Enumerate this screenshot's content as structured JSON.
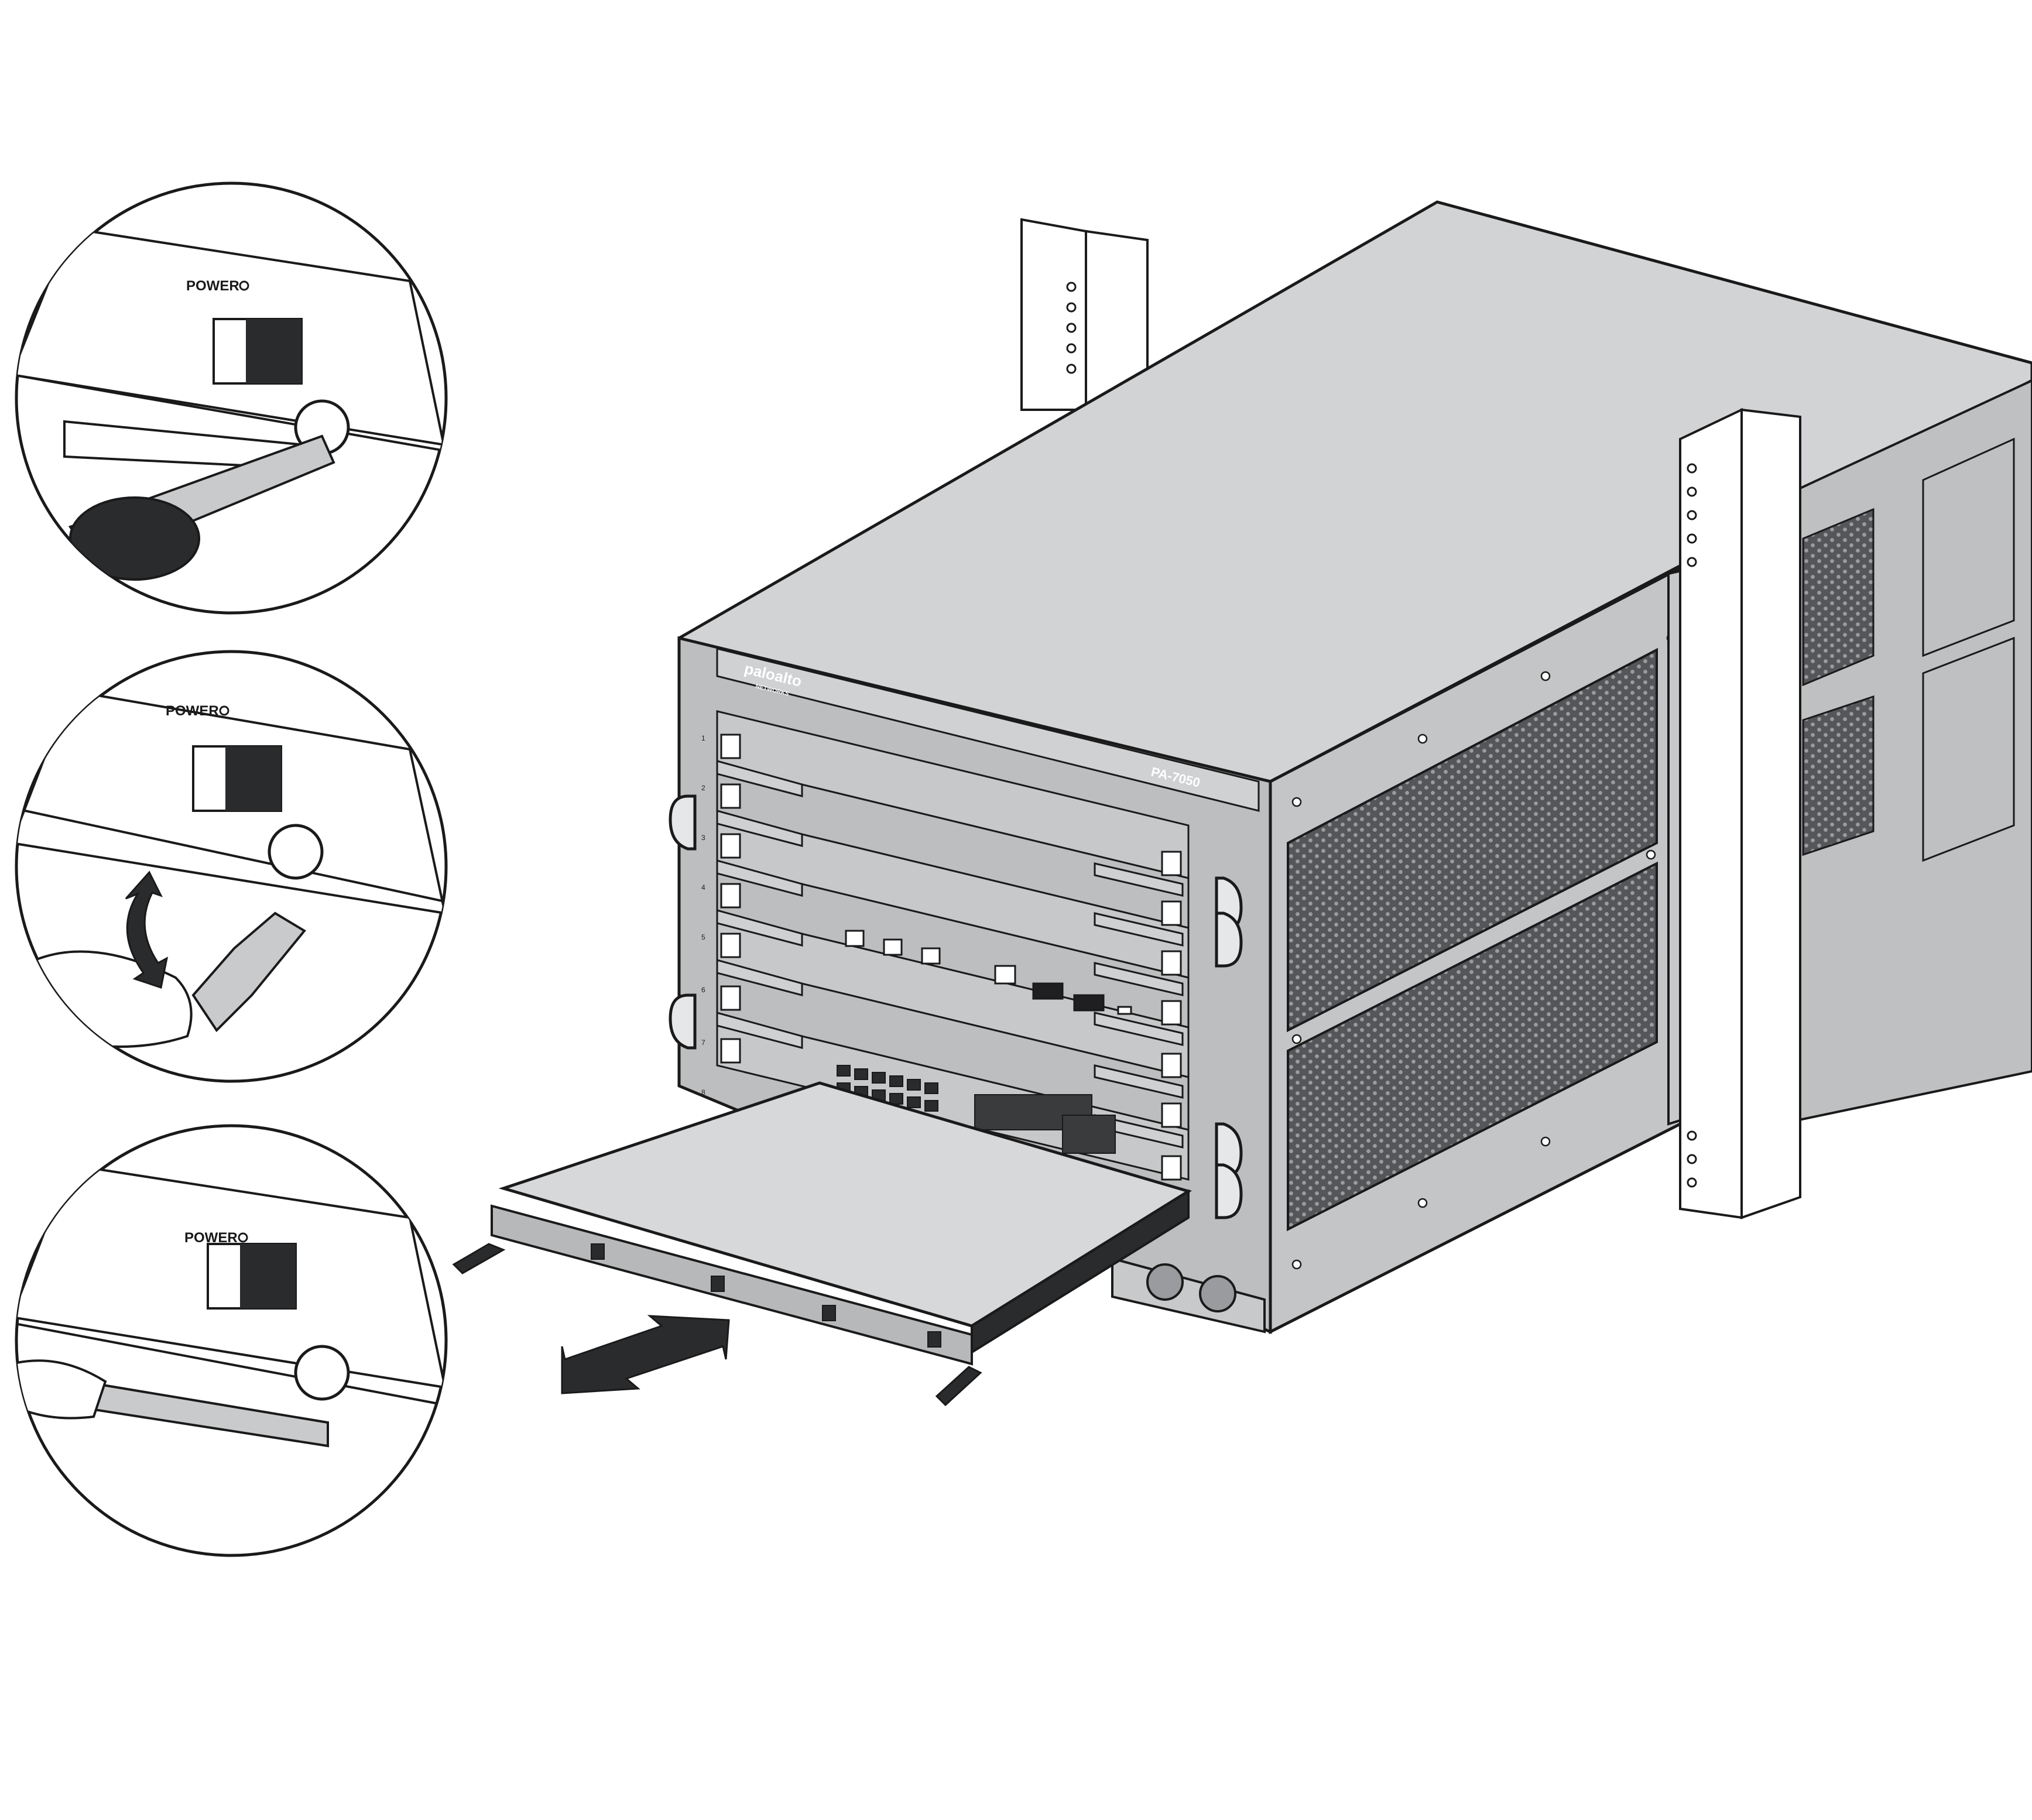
{
  "figure": {
    "subject": "Palo Alto Networks PA-7050 chassis with a slot card being inserted or removed",
    "colors": {
      "chassis_top": "#d2d3d5",
      "chassis_side": "#c4c5c7",
      "chassis_front": "#bdbec0",
      "mesh": "#5d5e60",
      "card": "#b7b8ba",
      "card_top": "#d7d8da",
      "stroke": "#1a1a1a",
      "rail": "#ffffff"
    }
  },
  "chassis": {
    "brand": "paloalto",
    "brand_sub": "NETWORKS",
    "model": "PA-7050",
    "slots": [
      "1",
      "2",
      "3",
      "4",
      "5",
      "6",
      "7",
      "8"
    ]
  },
  "callouts": [
    {
      "id": "step-1",
      "power_label": "POWER",
      "action": "loosen captive screw with screwdriver"
    },
    {
      "id": "step-2",
      "power_label": "POWER",
      "action": "rotate ejector lever"
    },
    {
      "id": "step-3",
      "power_label": "POWER",
      "action": "lever open, card released"
    }
  ],
  "arrows": {
    "slide": "bidirectional slide arrow (insert / remove card)",
    "rotate": "bidirectional rotation arrow (lever)"
  }
}
